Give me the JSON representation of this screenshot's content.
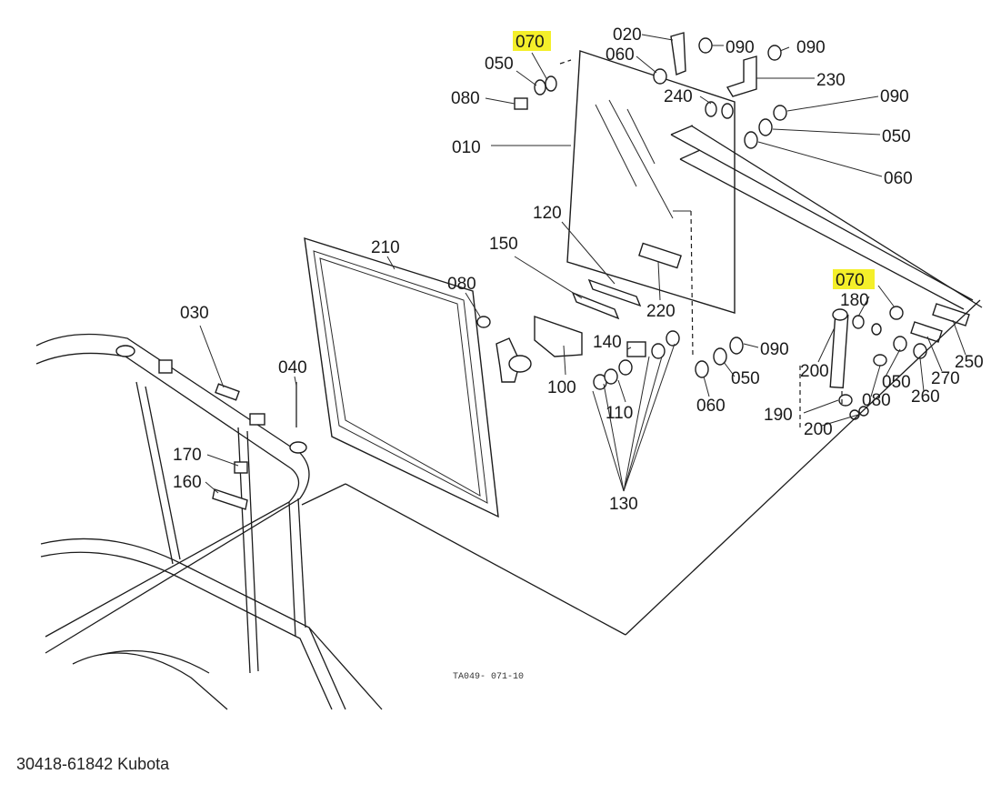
{
  "drawing_code": "TA049- 071-10",
  "caption": "30418-61842 Kubota",
  "highlight_color": "#f4ef2a",
  "callouts": {
    "c010": "010",
    "c020": "020",
    "c030": "030",
    "c040": "040",
    "c050a": "050",
    "c050b": "050",
    "c050c": "050",
    "c050d": "050",
    "c060a": "060",
    "c060b": "060",
    "c060c": "060",
    "c070a": "070",
    "c070b": "070",
    "c080a": "080",
    "c080b": "080",
    "c080c": "080",
    "c090a": "090",
    "c090b": "090",
    "c090c": "090",
    "c090d": "090",
    "c100": "100",
    "c110": "110",
    "c120": "120",
    "c130": "130",
    "c140": "140",
    "c150": "150",
    "c160": "160",
    "c170": "170",
    "c180": "180",
    "c190": "190",
    "c200a": "200",
    "c200b": "200",
    "c210": "210",
    "c220": "220",
    "c230": "230",
    "c240": "240",
    "c250": "250",
    "c260": "260",
    "c270": "270"
  }
}
